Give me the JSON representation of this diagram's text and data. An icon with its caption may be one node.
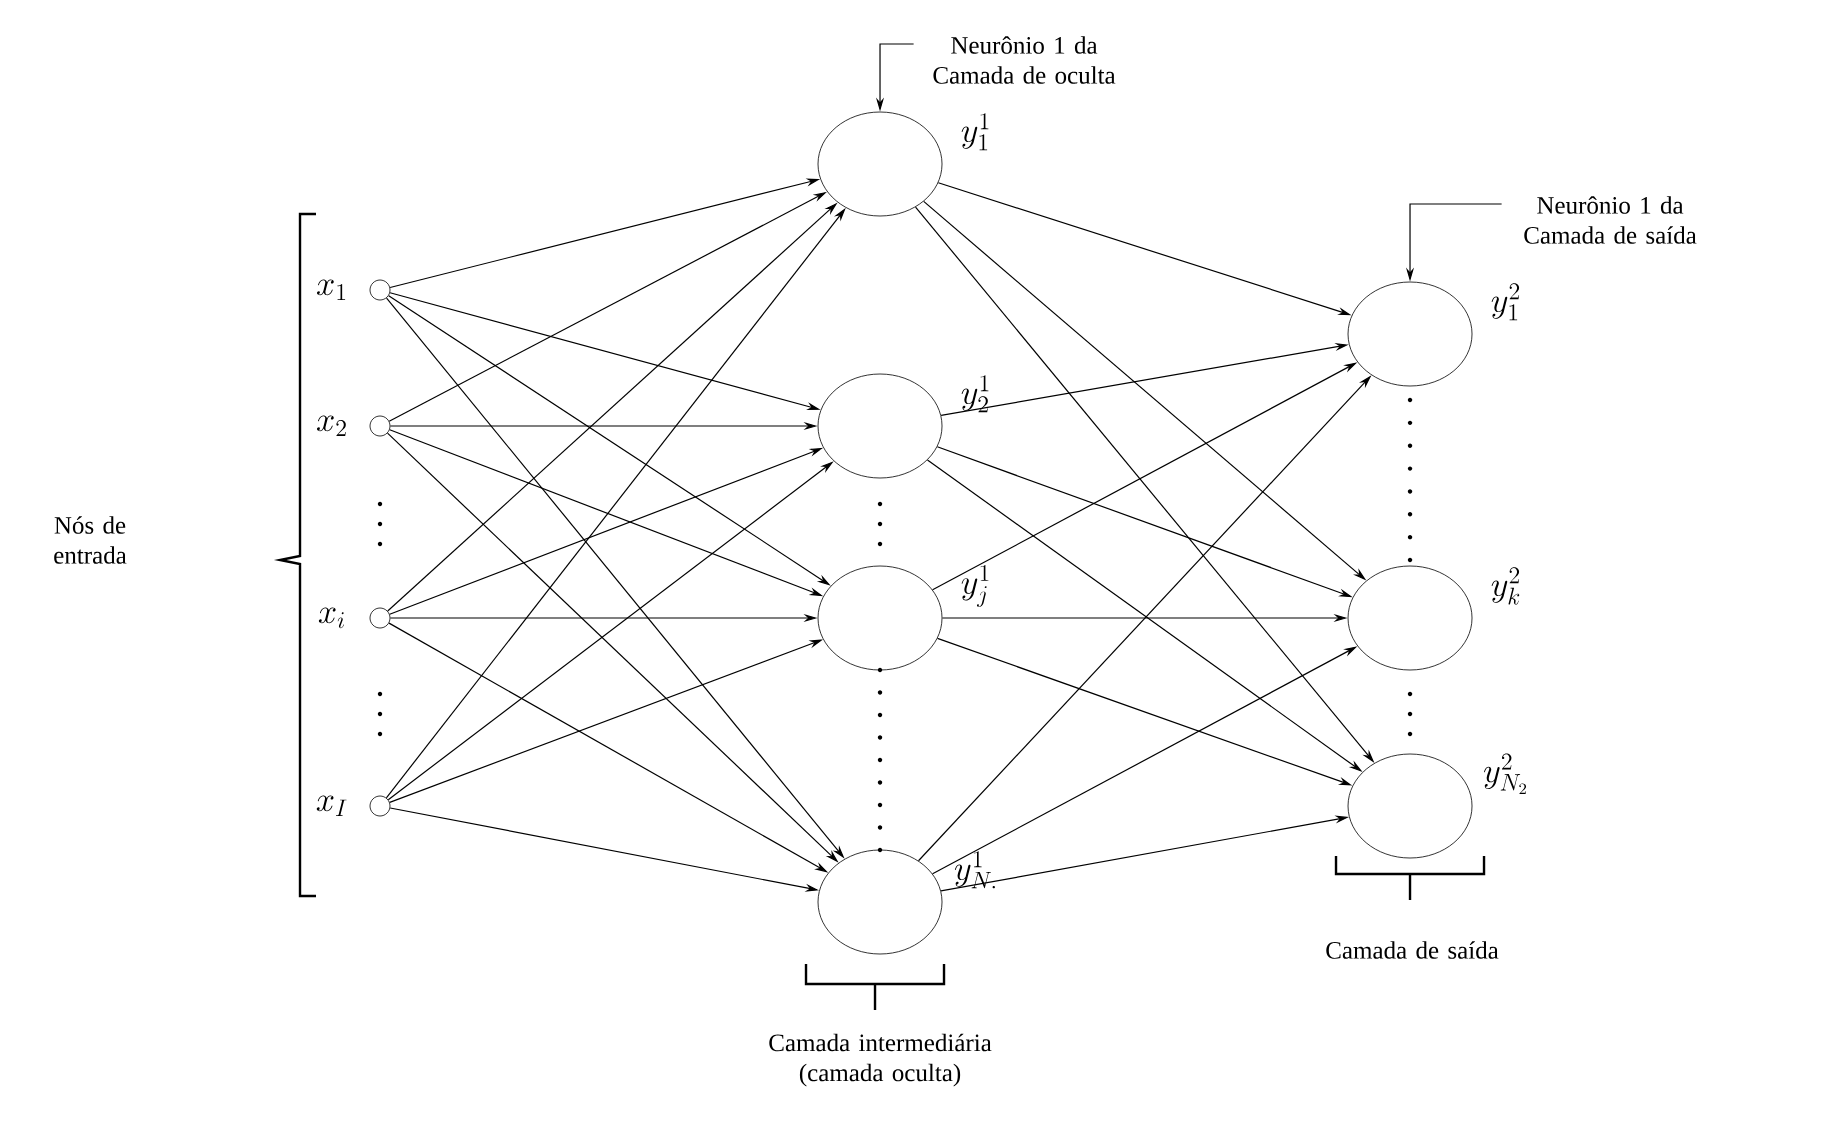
{
  "diagram": {
    "nodes": [
      {
        "text": [],
        "shape": "circle",
        "beside": [
          "x_1"
        ]
      },
      {
        "text": [],
        "shape": "circle",
        "beside": [
          "x_2"
        ]
      },
      {
        "text": [],
        "shape": "circle",
        "beside": [
          "x_i"
        ]
      },
      {
        "text": [],
        "shape": "circle",
        "beside": [
          "x_I"
        ]
      },
      {
        "text": [],
        "shape": "circle",
        "beside": [
          "y_1^1"
        ]
      },
      {
        "text": [],
        "shape": "circle",
        "beside": [
          "y_2^1"
        ]
      },
      {
        "text": [],
        "shape": "circle",
        "beside": [
          "y_j^1"
        ]
      },
      {
        "text": [],
        "shape": "circle",
        "beside": [
          "y_{N.}^1"
        ]
      },
      {
        "text": [],
        "shape": "circle",
        "beside": [
          "y_1^2"
        ]
      },
      {
        "text": [],
        "shape": "circle",
        "beside": [
          "y_k^2"
        ]
      },
      {
        "text": [],
        "shape": "circle",
        "beside": [
          "y_{N_2}^2"
        ]
      },
      {
        "text": [
          "Neurônio 1 da Camada de oculta"
        ]
      },
      {
        "text": [
          "Neurônio 1 da Camada de saída"
        ]
      }
    ],
    "edges": [
      {
        "from": 0,
        "to": 4,
        "arrow": "to"
      },
      {
        "from": 0,
        "to": 5,
        "arrow": "to"
      },
      {
        "from": 0,
        "to": 6,
        "arrow": "to"
      },
      {
        "from": 0,
        "to": 7,
        "arrow": "to"
      },
      {
        "from": 1,
        "to": 4,
        "arrow": "to"
      },
      {
        "from": 1,
        "to": 5,
        "arrow": "to"
      },
      {
        "from": 1,
        "to": 6,
        "arrow": "to"
      },
      {
        "from": 1,
        "to": 7,
        "arrow": "to"
      },
      {
        "from": 2,
        "to": 4,
        "arrow": "to"
      },
      {
        "from": 2,
        "to": 5,
        "arrow": "to"
      },
      {
        "from": 2,
        "to": 6,
        "arrow": "to"
      },
      {
        "from": 2,
        "to": 7,
        "arrow": "to"
      },
      {
        "from": 3,
        "to": 4,
        "arrow": "to"
      },
      {
        "from": 3,
        "to": 5,
        "arrow": "to"
      },
      {
        "from": 3,
        "to": 6,
        "arrow": "to"
      },
      {
        "from": 3,
        "to": 7,
        "arrow": "to"
      },
      {
        "from": 4,
        "to": 8,
        "arrow": "to"
      },
      {
        "from": 4,
        "to": 9,
        "arrow": "to"
      },
      {
        "from": 4,
        "to": 10,
        "arrow": "to"
      },
      {
        "from": 5,
        "to": 8,
        "arrow": "to"
      },
      {
        "from": 5,
        "to": 9,
        "arrow": "to"
      },
      {
        "from": 5,
        "to": 10,
        "arrow": "to"
      },
      {
        "from": 6,
        "to": 8,
        "arrow": "to"
      },
      {
        "from": 6,
        "to": 9,
        "arrow": "to"
      },
      {
        "from": 6,
        "to": 10,
        "arrow": "to"
      },
      {
        "from": 7,
        "to": 8,
        "arrow": "to"
      },
      {
        "from": 7,
        "to": 9,
        "arrow": "to"
      },
      {
        "from": 7,
        "to": 10,
        "arrow": "to"
      },
      {
        "from": 11,
        "to": 4,
        "arrow": "to"
      },
      {
        "from": 12,
        "to": 8,
        "arrow": "to"
      }
    ],
    "labels": [
      "Nós de entrada",
      "Camada intermediária (camada oculta)",
      "Camada de saída"
    ]
  }
}
